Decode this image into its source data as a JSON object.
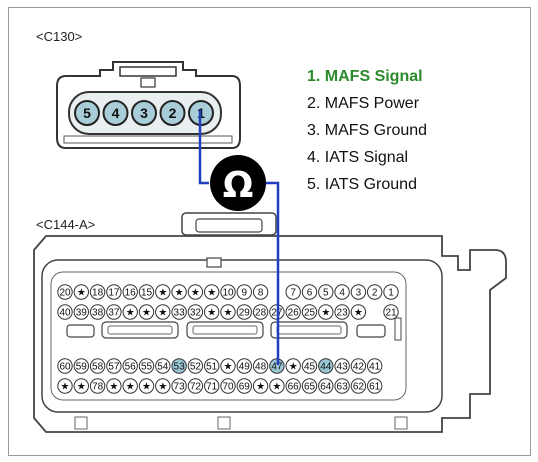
{
  "connectors": {
    "c130_label": "<C130>",
    "c144_label": "<C144-A>",
    "c130_pins": [
      "5",
      "4",
      "3",
      "2",
      "1"
    ],
    "c130_active_pin": "1"
  },
  "legend": {
    "items": [
      {
        "text": "1. MAFS Signal",
        "highlight": true
      },
      {
        "text": "2. MAFS Power",
        "highlight": false
      },
      {
        "text": "3. MAFS Ground",
        "highlight": false
      },
      {
        "text": "4. IATS Signal",
        "highlight": false
      },
      {
        "text": "5. IATS Ground",
        "highlight": false
      }
    ]
  },
  "meter": {
    "symbol": "Ω"
  },
  "pin_grid": {
    "rows": [
      [
        "20",
        "★",
        "18",
        "17",
        "16",
        "15",
        "★",
        "★",
        "★",
        "★",
        "10",
        "9",
        "8",
        "",
        "7",
        "6",
        "5",
        "4",
        "3",
        "2",
        "1"
      ],
      [
        "40",
        "39",
        "38",
        "37",
        "★",
        "★",
        "★",
        "33",
        "32",
        "★",
        "★",
        "29",
        "28",
        "27",
        "26",
        "25",
        "★",
        "23",
        "★",
        "21"
      ],
      [
        "60",
        "59",
        "58",
        "57",
        "56",
        "55",
        "54",
        "53",
        "52",
        "51",
        "★",
        "49",
        "48",
        "47",
        "★",
        "45",
        "44",
        "43",
        "42",
        "41"
      ],
      [
        "★",
        "★",
        "78",
        "★",
        "★",
        "★",
        "★",
        "73",
        "72",
        "71",
        "70",
        "69",
        "★",
        "★",
        "66",
        "65",
        "64",
        "63",
        "62",
        "61"
      ]
    ],
    "highlighted": [
      "53",
      "47",
      "44"
    ],
    "probe_pin": "47"
  },
  "colors": {
    "wire": "#1f3fbf",
    "legend_highlight": "#2b8a2b",
    "pin_fill": "#ffffff",
    "pin_highlight": "#9cc7d6",
    "c130_pin_fill": "#a9cdd8"
  }
}
